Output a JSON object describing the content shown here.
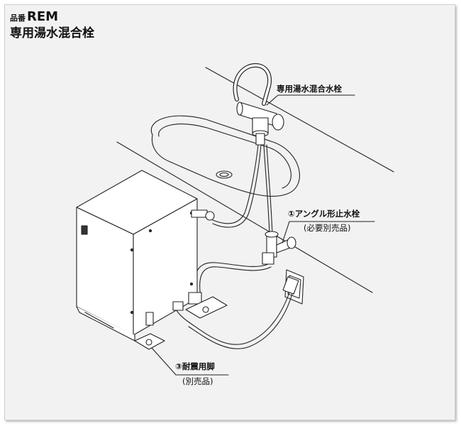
{
  "header": {
    "product_prefix": "品番",
    "product_code": "REM",
    "product_name": "専用湯水混合栓"
  },
  "labels": {
    "faucet": "専用湯水混合水栓",
    "angle_valve": "①アングル形止水栓",
    "angle_valve_note": "(必要別売品)",
    "seismic_feet": "③耐震用脚",
    "seismic_feet_note": "(別売品)"
  }
}
